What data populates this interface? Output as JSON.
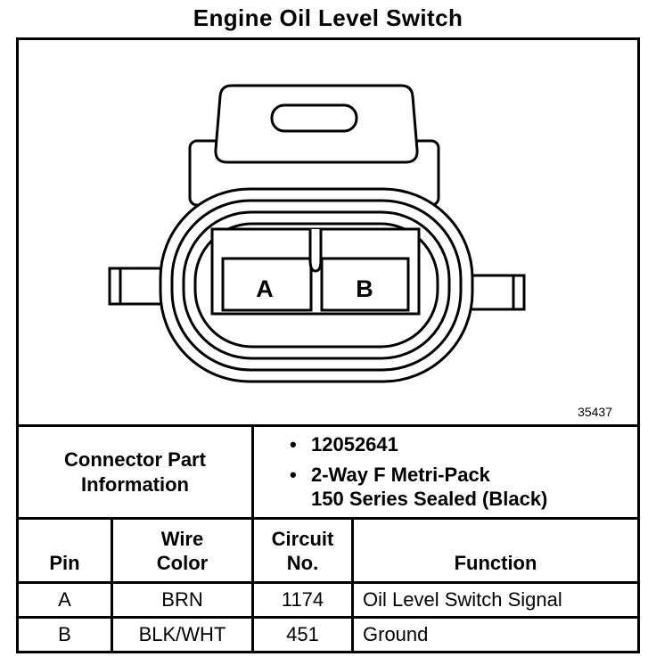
{
  "title": "Engine Oil Level Switch",
  "figure": {
    "number": "35437"
  },
  "connector": {
    "pin_a": "A",
    "pin_b": "B"
  },
  "part_info": {
    "header_lines": [
      "Connector Part",
      "Information"
    ],
    "bullet_char": "•",
    "bullets": [
      {
        "lines": [
          "12052641",
          ""
        ]
      },
      {
        "lines": [
          "2-Way F Metri-Pack",
          "150 Series Sealed (Black)"
        ]
      }
    ]
  },
  "pin_table": {
    "headers": {
      "pin": "Pin",
      "wire_color_line1": "Wire",
      "wire_color_line2": "Color",
      "circuit_line1": "Circuit",
      "circuit_line2": "No.",
      "function": "Function"
    },
    "rows": [
      {
        "pin": "A",
        "wire_color": "BRN",
        "circuit_no": "1174",
        "function": "Oil Level Switch Signal"
      },
      {
        "pin": "B",
        "wire_color": "BLK/WHT",
        "circuit_no": "451",
        "function": "Ground"
      }
    ]
  }
}
